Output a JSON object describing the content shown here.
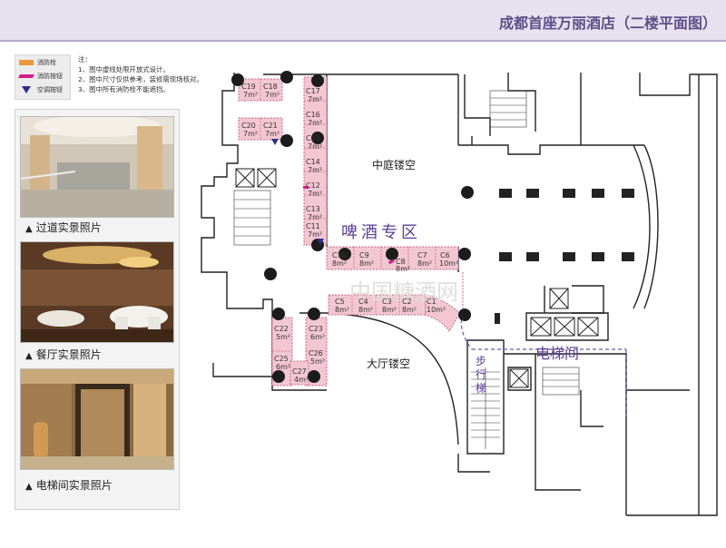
{
  "header": {
    "title": "成都首座万丽酒店（二楼平面图）"
  },
  "legend": [
    {
      "label": "消防栓",
      "color": "#e99a3a",
      "icon": "fire-hydrant-swatch"
    },
    {
      "label": "消防按钮",
      "color": "#d61d89",
      "icon": "fire-alarm-button-swatch"
    },
    {
      "label": "空调按钮",
      "color": "#2d2f8a",
      "icon": "ac-button-swatch"
    }
  ],
  "notes": {
    "title": "注：",
    "items": [
      "1、图中虚线处限开放式设计。",
      "2、图中尺寸仅供参考，装修需现场核对。",
      "3、图中所有消防栓不能遮挡。"
    ]
  },
  "photos": [
    {
      "caption": "过道实景照片",
      "icon": "triangle-icon"
    },
    {
      "caption": "餐厅实景照片",
      "icon": "triangle-icon"
    },
    {
      "caption": "电梯间实景照片",
      "icon": "triangle-icon"
    }
  ],
  "plan": {
    "atrium_label": "中庭镂空",
    "lobby_label": "大厅镂空",
    "beer_zone_label": "啤酒专区",
    "elevator_hall_label": "电梯间",
    "escalator_label": [
      "步",
      "行",
      "梯"
    ],
    "watermark": "中国糖酒网",
    "booths": [
      {
        "id": "C19",
        "size": "7m²"
      },
      {
        "id": "C18",
        "size": "7m²"
      },
      {
        "id": "C20",
        "size": "7m²"
      },
      {
        "id": "C21",
        "size": "7m²"
      },
      {
        "id": "C17",
        "size": "7m²"
      },
      {
        "id": "C16",
        "size": "7m²"
      },
      {
        "id": "C15",
        "size": "7m²"
      },
      {
        "id": "C14",
        "size": "7m²"
      },
      {
        "id": "C13",
        "size": "7m²"
      },
      {
        "id": "C12",
        "size": "7m²"
      },
      {
        "id": "C11",
        "size": "7m²"
      },
      {
        "id": "C10",
        "size": "8m²"
      },
      {
        "id": "C9",
        "size": "8m²"
      },
      {
        "id": "C8",
        "size": "8m²"
      },
      {
        "id": "C7",
        "size": "8m²"
      },
      {
        "id": "C6",
        "size": "10m²"
      },
      {
        "id": "C5",
        "size": "8m²"
      },
      {
        "id": "C4",
        "size": "8m²"
      },
      {
        "id": "C3",
        "size": "8m²"
      },
      {
        "id": "C2",
        "size": "8m²"
      },
      {
        "id": "C1",
        "size": "10m²"
      },
      {
        "id": "C22",
        "size": "5m²"
      },
      {
        "id": "C23",
        "size": "6m²"
      },
      {
        "id": "C25",
        "size": "6m²"
      },
      {
        "id": "C26",
        "size": "5m²"
      },
      {
        "id": "C27",
        "size": "4m²"
      }
    ]
  }
}
